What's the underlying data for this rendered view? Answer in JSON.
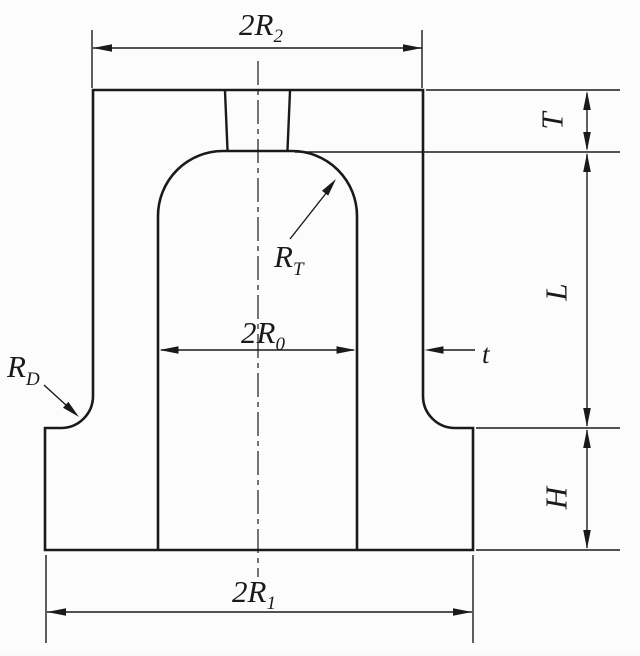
{
  "diagram": {
    "background": "#fcfcfc",
    "ink": "#1a1a1a",
    "labels": {
      "top_diameter": {
        "main": "2R",
        "sub": "2"
      },
      "top_thickness": {
        "text": "T"
      },
      "top_corner_radius": {
        "main": "R",
        "sub": "T"
      },
      "inner_diameter": {
        "main": "2R",
        "sub": "0"
      },
      "wall_thickness": {
        "text": "t"
      },
      "body_length": {
        "text": "L"
      },
      "die_corner_radius": {
        "main": "R",
        "sub": "D"
      },
      "flange_height": {
        "text": "H"
      },
      "base_diameter": {
        "main": "2R",
        "sub": "1"
      }
    }
  }
}
